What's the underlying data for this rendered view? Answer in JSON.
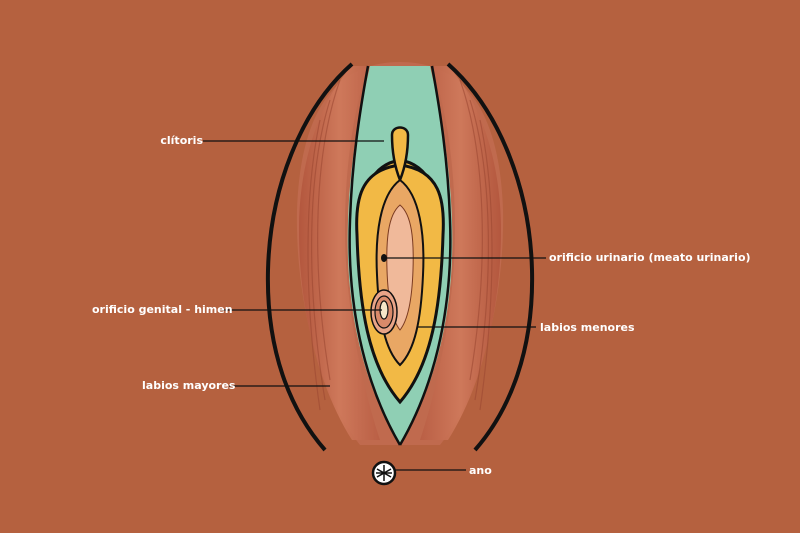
{
  "colors": {
    "background": "#b5613f",
    "labia_majora": "#c06a4e",
    "labia_majora_stripe": "#a04a35",
    "mucosa": "#8fcfb4",
    "labia_minora": "#f2b945",
    "vestibule": "#e9a764",
    "outline": "#111111",
    "label_text": "#ffffff"
  },
  "labels": {
    "clitoris": "clítoris",
    "urinary_orifice": "orificio urinario (meato urinario)",
    "genital_orifice": "orificio genital - himen",
    "labia_minora": "labios menores",
    "labia_majora": "labios mayores",
    "anus": "ano"
  }
}
